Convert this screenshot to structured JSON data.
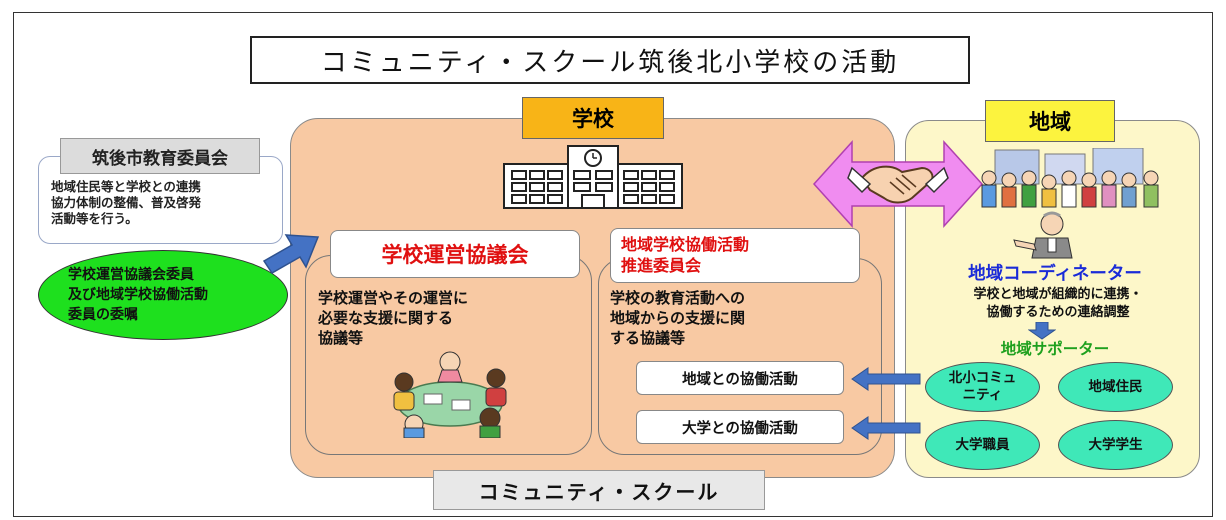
{
  "title": "コミュニティ・スクール筑後北小学校の活動",
  "school_tag": "学校",
  "region_tag": "地域",
  "board": {
    "name": "筑後市教育委員会",
    "description": "地域住民等と学校との連携\n協力体制の整備、普及啓発\n活動等を行う。",
    "commission": "学校運営協議会委員\n及び地域学校協働活動\n委員の委嘱"
  },
  "council": {
    "title": "学校運営協議会",
    "description": "学校運営やその運営に\n必要な支援に関する\n協議等"
  },
  "promotion": {
    "title": "地域学校協働活動\n推進委員会",
    "description": "学校の教育活動への\n地域からの支援に関\nする協議等"
  },
  "collab_region": "地域との協働活動",
  "collab_university": "大学との協働活動",
  "community_school": "コミュニティ・スクール",
  "coordinator": {
    "title": "地域コーディネーター",
    "description": "学校と地域が組織的に連携・\n協働するための連絡調整"
  },
  "supporter_title": "地域サポーター",
  "supporters": [
    "北小コミュ\nニティ",
    "地域住民",
    "大学職員",
    "大学学生"
  ],
  "colors": {
    "school_panel": "#f8c9a3",
    "region_panel": "#fdf7c9",
    "school_tag": "#f8b417",
    "region_tag": "#fcf33e",
    "council_red": "#e01010",
    "coordinator_blue": "#1a2bd8",
    "supporter_green": "#1ea01e",
    "oval_teal": "#3fe8b8",
    "board_green": "#1ee01e",
    "arrow_blue": "#4472c4",
    "handshake_arrow": "#f08cf0"
  }
}
